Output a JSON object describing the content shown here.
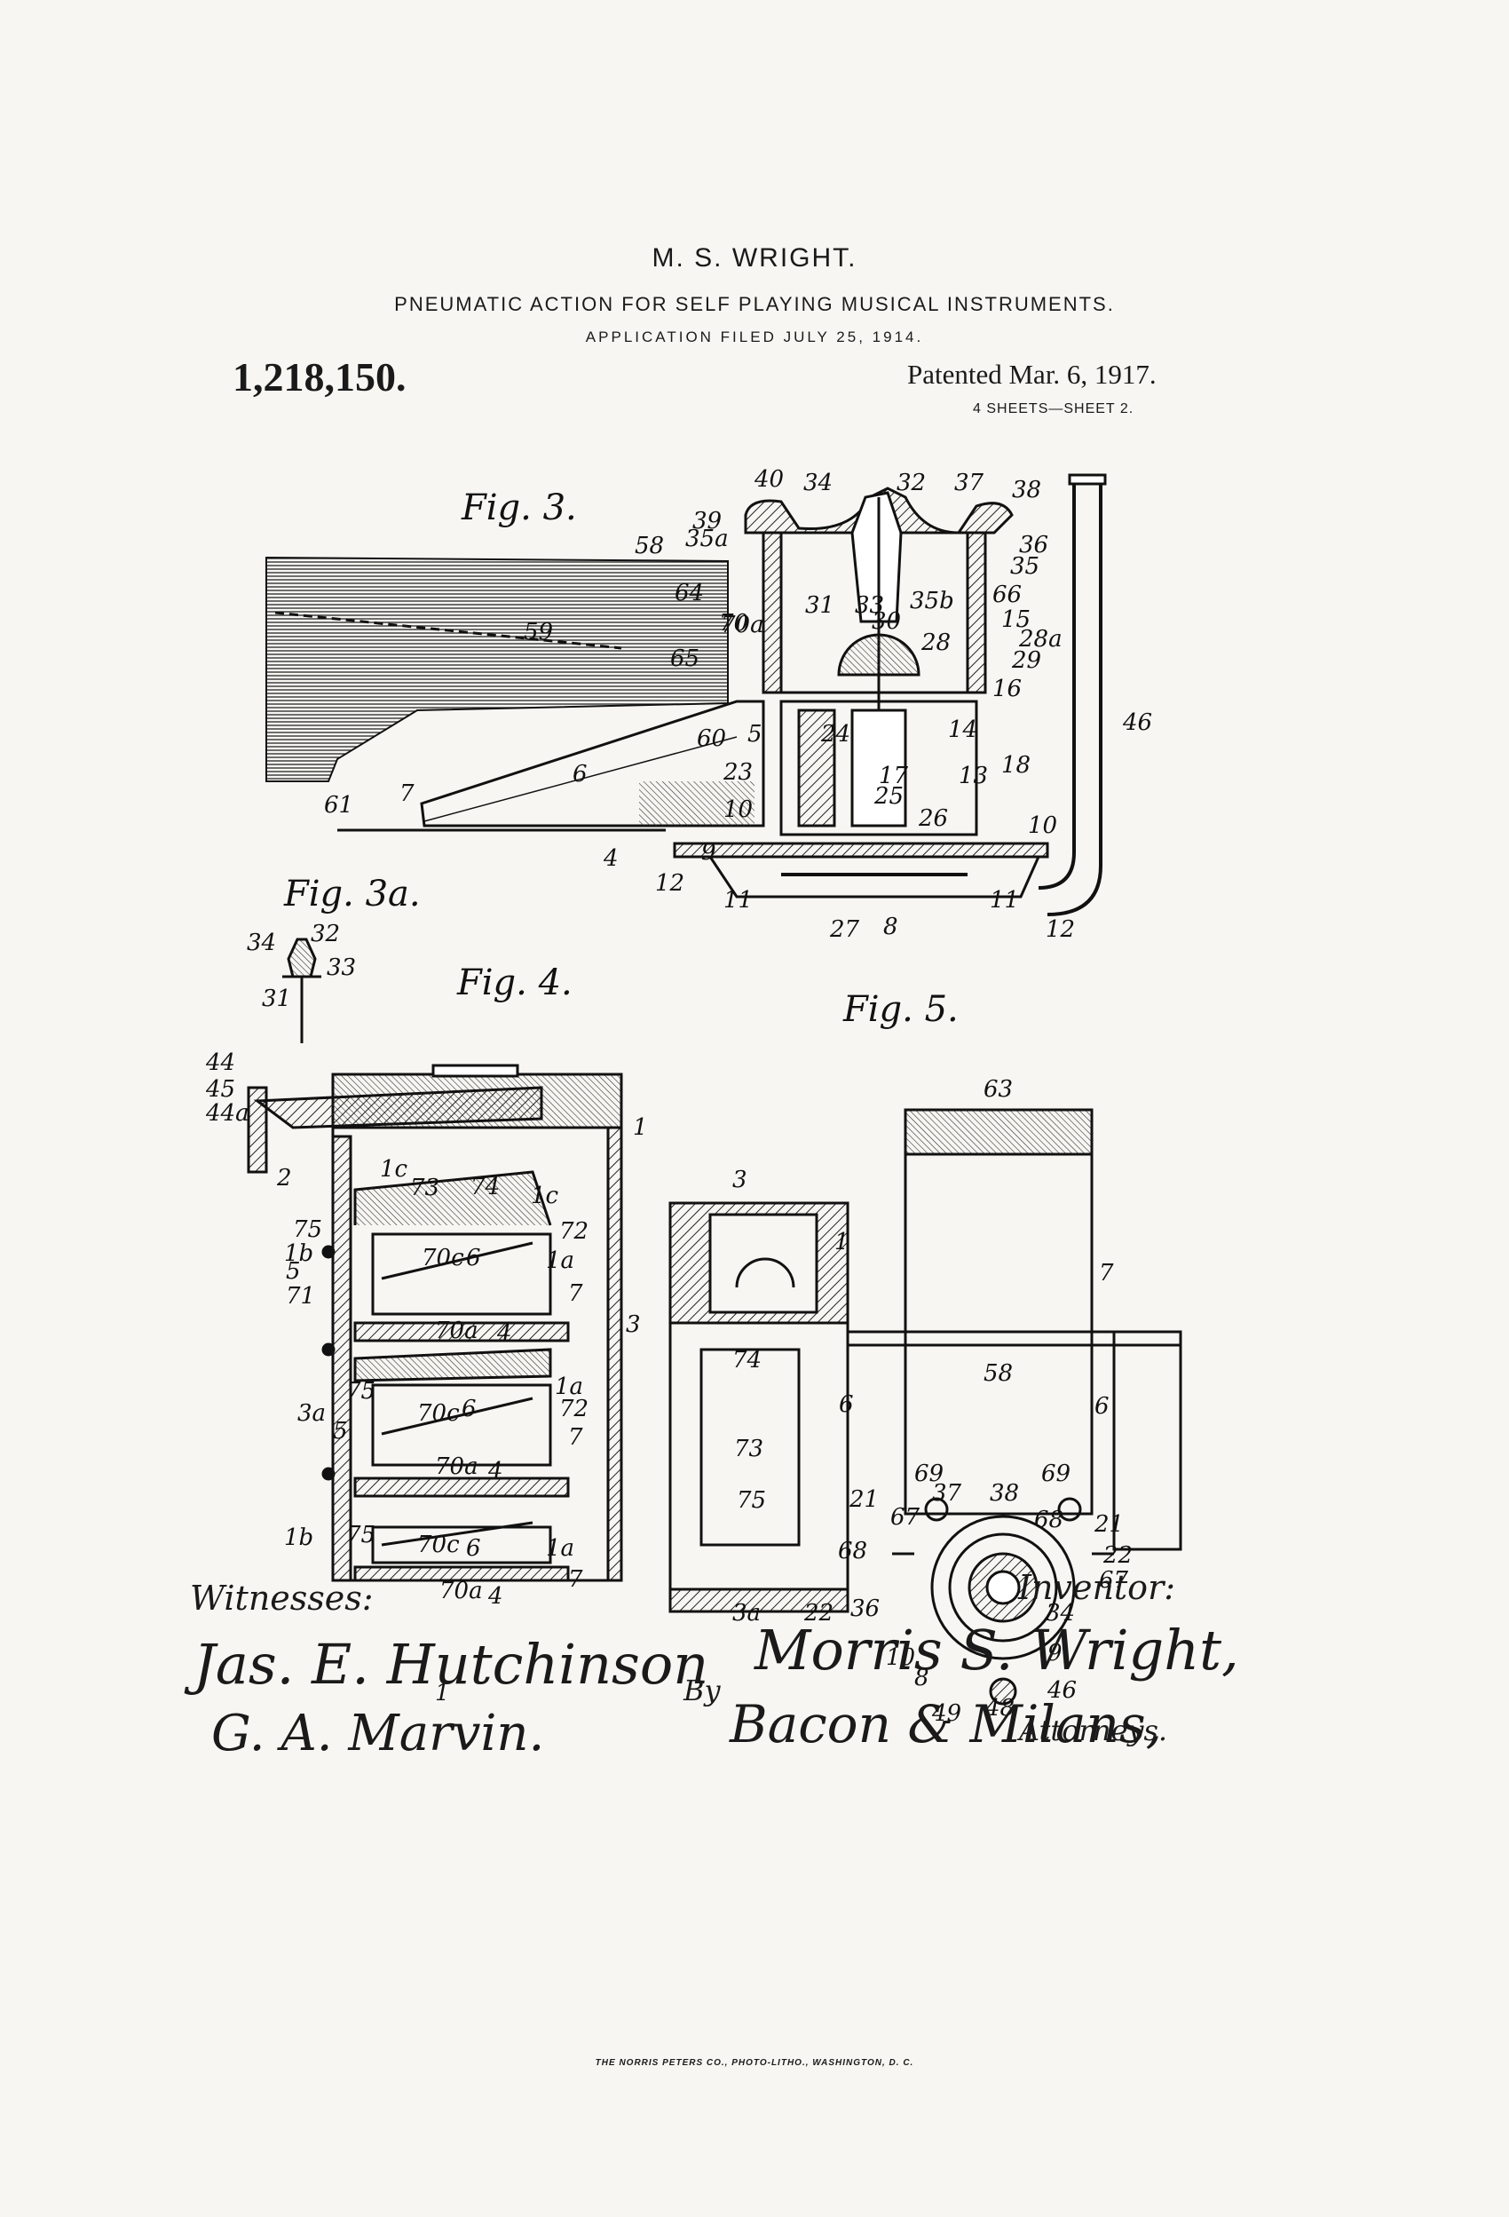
{
  "header": {
    "inventor": "M. S. WRIGHT.",
    "title": "PNEUMATIC ACTION FOR SELF PLAYING MUSICAL INSTRUMENTS.",
    "application": "APPLICATION FILED JULY 25, 1914.",
    "patent_number": "1,218,150.",
    "patented": "Patented Mar. 6, 1917.",
    "sheets": "4 SHEETS—SHEET 2."
  },
  "figures": {
    "fig3": "Fig. 3.",
    "fig3a": "Fig. 3a.",
    "fig4": "Fig. 4.",
    "fig5": "Fig. 5."
  },
  "fig3_labels": [
    "40",
    "34",
    "32",
    "37",
    "38",
    "39",
    "35a",
    "36",
    "35",
    "58",
    "64",
    "66",
    "70a",
    "31",
    "33",
    "35b",
    "15",
    "28a",
    "30",
    "28",
    "29",
    "59",
    "65",
    "16",
    "14",
    "60",
    "5",
    "24",
    "18",
    "13",
    "23",
    "17",
    "6",
    "25",
    "61",
    "7",
    "10",
    "26",
    "9",
    "4",
    "12",
    "11",
    "27",
    "8",
    "11",
    "12",
    "46",
    "70",
    "10"
  ],
  "fig3a_labels": [
    "34",
    "32",
    "33",
    "31"
  ],
  "fig4_labels": [
    "44",
    "45",
    "44a",
    "1",
    "1c",
    "2",
    "73",
    "74",
    "1c",
    "75",
    "72",
    "1b",
    "5",
    "70c",
    "6",
    "1a",
    "71",
    "7",
    "70a",
    "4",
    "3",
    "75",
    "1a",
    "3a",
    "70c",
    "6",
    "72",
    "5",
    "7",
    "70a",
    "4",
    "1b",
    "75",
    "70c",
    "6",
    "1a",
    "7",
    "70a",
    "4",
    "1"
  ],
  "fig5_labels": [
    "63",
    "3",
    "1",
    "7",
    "74",
    "58",
    "6",
    "6",
    "73",
    "69",
    "37",
    "38",
    "69",
    "75",
    "21",
    "67",
    "68",
    "21",
    "68",
    "22",
    "67",
    "3a",
    "22",
    "36",
    "34",
    "10",
    "9",
    "8",
    "46",
    "49",
    "48"
  ],
  "signatures": {
    "witnesses_label": "Witnesses:",
    "witness_1": "Jas. E. Hutchinson",
    "witness_2": "G. A. Marvin.",
    "inventor_label": "Inventor:",
    "by_label": "By",
    "inventor_name": "Morris S. Wright,",
    "attorney_name": "Bacon & Milans,",
    "attorneys_label": "Attorneys."
  },
  "footer": {
    "printer": "THE NORRIS PETERS CO., PHOTO-LITHO., WASHINGTON, D. C."
  }
}
